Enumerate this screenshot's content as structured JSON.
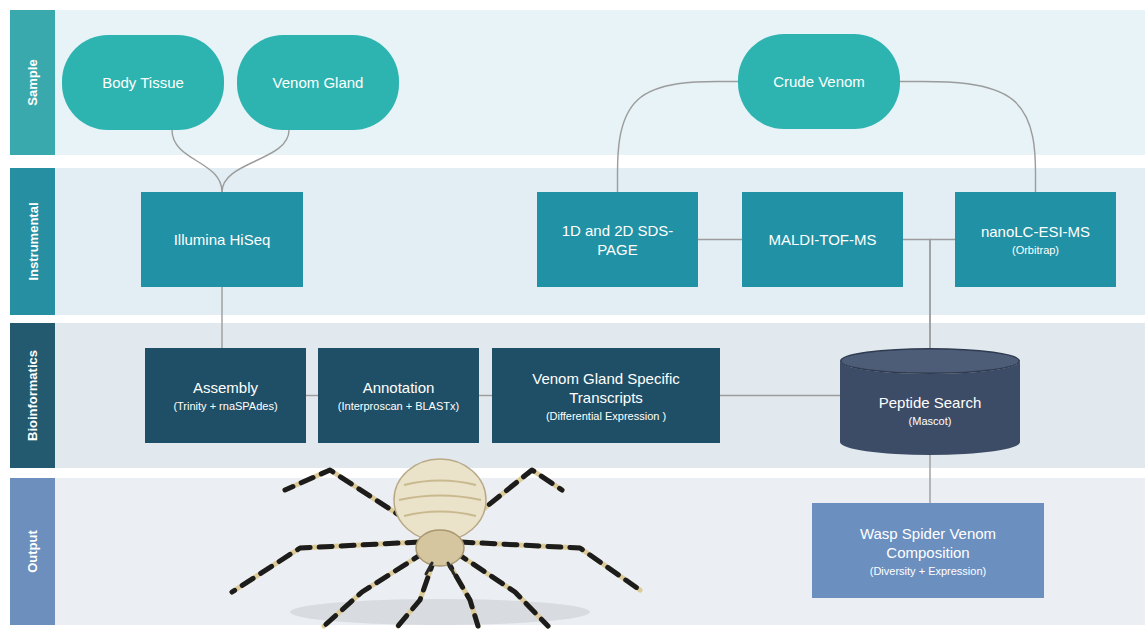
{
  "diagram": {
    "nodes": [
      {
        "text": [
          "Sample"
        ]
      },
      {
        "text": [
          "Body Tissue"
        ],
        "in": 0
      },
      {
        "text": [
          "Venom Gland"
        ],
        "in": 0
      },
      {
        "text": [
          "Crude Venom"
        ],
        "in": 0
      },
      {
        "text": [
          "Instrumental"
        ]
      },
      {
        "text": [
          "Illumina HiSeq"
        ],
        "in": 4
      },
      {
        "text": [
          "1D and 2D SDS-PAGE"
        ],
        "in": 4
      },
      {
        "text": [
          "MALDI-TOF-MS"
        ],
        "in": 4
      },
      {
        "text": [
          "nanoLC-ESI-MS",
          "(Orbitrap)"
        ],
        "in": 4
      },
      {
        "text": [
          "Bioinformatics"
        ]
      },
      {
        "text": [
          "Assembly",
          "(Trinity + rnaSPAdes)"
        ],
        "in": 9
      },
      {
        "text": [
          "Annotation",
          "(Interproscan + BLASTx)"
        ],
        "in": 9
      },
      {
        "text": [
          "Venom Gland Specific Transcripts",
          "(Differential Expression )"
        ],
        "in": 9
      },
      {
        "text": [
          "Peptide Search",
          "(Mascot)"
        ],
        "in": 9
      },
      {
        "text": [
          "Output"
        ]
      },
      {
        "text": [
          "Wasp Spider Venom Composition",
          "(Diversity + Expression)"
        ],
        "in": 14
      }
    ],
    "edges": [
      {
        "from": 1,
        "to": 5,
        "arrow": "none"
      },
      {
        "from": 2,
        "to": 5,
        "arrow": "none"
      },
      {
        "from": 3,
        "to": 6,
        "arrow": "none"
      },
      {
        "from": 3,
        "to": 8,
        "arrow": "none"
      },
      {
        "from": 6,
        "to": 7,
        "arrow": "none"
      },
      {
        "from": 7,
        "to": 13,
        "arrow": "none"
      },
      {
        "from": 8,
        "to": 13,
        "arrow": "none"
      },
      {
        "from": 5,
        "to": 10,
        "arrow": "none"
      },
      {
        "from": 10,
        "to": 11,
        "arrow": "none"
      },
      {
        "from": 11,
        "to": 12,
        "arrow": "none"
      },
      {
        "from": 12,
        "to": 13,
        "arrow": "none"
      },
      {
        "from": 13,
        "to": 15,
        "arrow": "none"
      }
    ]
  }
}
